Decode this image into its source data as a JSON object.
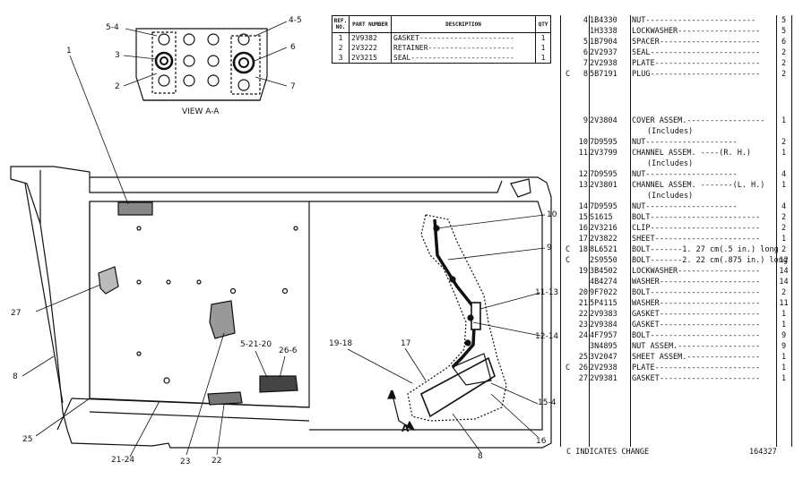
{
  "view_label": "VIEW A-A",
  "callouts": [
    {
      "id": "c-5-4",
      "text": "5-4"
    },
    {
      "id": "c-3",
      "text": "3"
    },
    {
      "id": "c-2",
      "text": "2"
    },
    {
      "id": "c-4-5",
      "text": "4-5"
    },
    {
      "id": "c-6",
      "text": "6"
    },
    {
      "id": "c-7",
      "text": "7"
    },
    {
      "id": "c-1",
      "text": "1"
    },
    {
      "id": "c-27",
      "text": "27"
    },
    {
      "id": "c-8a",
      "text": "8"
    },
    {
      "id": "c-25",
      "text": "25"
    },
    {
      "id": "c-21-24",
      "text": "21-24"
    },
    {
      "id": "c-23",
      "text": "23"
    },
    {
      "id": "c-22",
      "text": "22"
    },
    {
      "id": "c-5-21-20",
      "text": "5-21-20"
    },
    {
      "id": "c-26-6",
      "text": "26-6"
    },
    {
      "id": "c-10",
      "text": "10"
    },
    {
      "id": "c-9",
      "text": "9"
    },
    {
      "id": "c-11-13",
      "text": "11-13"
    },
    {
      "id": "c-12-14",
      "text": "12-14"
    },
    {
      "id": "c-19-18",
      "text": "19-18"
    },
    {
      "id": "c-17",
      "text": "17"
    },
    {
      "id": "c-15-4",
      "text": "15-4"
    },
    {
      "id": "c-16",
      "text": "16"
    },
    {
      "id": "c-8b",
      "text": "8"
    },
    {
      "id": "c-A1",
      "text": "A"
    },
    {
      "id": "c-A2",
      "text": "A"
    }
  ],
  "small_table": {
    "headers": [
      "REF. NO.",
      "PART NUMBER",
      "DESCRIPTION",
      "QTY"
    ],
    "rows": [
      {
        "ref": "1",
        "part": "2V9382",
        "desc": "GASKET----------------------",
        "qty": "1"
      },
      {
        "ref": "2",
        "part": "2V3222",
        "desc": "RETAINER--------------------",
        "qty": "1"
      },
      {
        "ref": "3",
        "part": "2V3215",
        "desc": "SEAL------------------------",
        "qty": "1"
      }
    ]
  },
  "parts_list": [
    {
      "c": "",
      "ref": "4",
      "part": "1B4330",
      "desc": "NUT------------------------",
      "qty": "5"
    },
    {
      "c": "",
      "ref": "",
      "part": "1H3338",
      "desc": "LOCKWASHER------------------",
      "qty": "5"
    },
    {
      "c": "",
      "ref": "5",
      "part": "1B7904",
      "desc": "SPACER----------------------",
      "qty": "6"
    },
    {
      "c": "",
      "ref": "6",
      "part": "2V2937",
      "desc": "SEAL------------------------",
      "qty": "2"
    },
    {
      "c": "",
      "ref": "7",
      "part": "2V2938",
      "desc": "PLATE-----------------------",
      "qty": "2"
    },
    {
      "c": "C",
      "ref": "8",
      "part": "5B7191",
      "desc": "PLUG------------------------",
      "qty": "2"
    },
    {
      "c": "",
      "ref": "9",
      "part": "2V3804",
      "desc": "COVER ASSEM.-----------------",
      "qty": "1"
    },
    {
      "c": "",
      "ref": "",
      "part": "",
      "desc": "(Includes)",
      "qty": ""
    },
    {
      "c": "",
      "ref": "10",
      "part": "7D9595",
      "desc": "NUT--------------------",
      "qty": "2"
    },
    {
      "c": "",
      "ref": "11",
      "part": "2V3799",
      "desc": "CHANNEL ASSEM. ----(R. H.)",
      "qty": "1"
    },
    {
      "c": "",
      "ref": "",
      "part": "",
      "desc": "(Includes)",
      "qty": ""
    },
    {
      "c": "",
      "ref": "12",
      "part": "7D9595",
      "desc": "NUT--------------------",
      "qty": "4"
    },
    {
      "c": "",
      "ref": "13",
      "part": "2V3801",
      "desc": "CHANNEL ASSEM. -------(L. H.)",
      "qty": "1"
    },
    {
      "c": "",
      "ref": "",
      "part": "",
      "desc": "(Includes)",
      "qty": ""
    },
    {
      "c": "",
      "ref": "14",
      "part": "7D9595",
      "desc": "NUT--------------------",
      "qty": "4"
    },
    {
      "c": "",
      "ref": "15",
      "part": "S1615",
      "desc": "BOLT------------------------",
      "qty": "2"
    },
    {
      "c": "",
      "ref": "16",
      "part": "2V3216",
      "desc": "CLIP------------------------",
      "qty": "2"
    },
    {
      "c": "",
      "ref": "17",
      "part": "2V3822",
      "desc": "SHEET-----------------------",
      "qty": "1"
    },
    {
      "c": "C",
      "ref": "18",
      "part": "8L6521",
      "desc": "BOLT-------1. 27 cm(.5 in.) long",
      "qty": "2"
    },
    {
      "c": "C",
      "ref": "",
      "part": "2S9550",
      "desc": "BOLT-------2. 22 cm(.875 in.) long",
      "qty": "12"
    },
    {
      "c": "",
      "ref": "19",
      "part": "3B4502",
      "desc": "LOCKWASHER------------------",
      "qty": "14"
    },
    {
      "c": "",
      "ref": "",
      "part": "4B4274",
      "desc": "WASHER----------------------",
      "qty": "14"
    },
    {
      "c": "",
      "ref": "20",
      "part": "9F7022",
      "desc": "BOLT------------------------",
      "qty": "2"
    },
    {
      "c": "",
      "ref": "21",
      "part": "5P4115",
      "desc": "WASHER----------------------",
      "qty": "11"
    },
    {
      "c": "",
      "ref": "22",
      "part": "2V9383",
      "desc": "GASKET----------------------",
      "qty": "1"
    },
    {
      "c": "",
      "ref": "23",
      "part": "2V9384",
      "desc": "GASKET----------------------",
      "qty": "1"
    },
    {
      "c": "",
      "ref": "24",
      "part": "4F7957",
      "desc": "BOLT------------------------",
      "qty": "9"
    },
    {
      "c": "",
      "ref": "",
      "part": "3N4895",
      "desc": "NUT ASSEM.------------------",
      "qty": "9"
    },
    {
      "c": "",
      "ref": "25",
      "part": "3V2047",
      "desc": "SHEET ASSEM.----------------",
      "qty": "1"
    },
    {
      "c": "C",
      "ref": "26",
      "part": "2V2938",
      "desc": "PLATE-----------------------",
      "qty": "1"
    },
    {
      "c": "",
      "ref": "27",
      "part": "2V9381",
      "desc": "GASKET----------------------",
      "qty": "1"
    }
  ],
  "footer_note": "C INDICATES CHANGE",
  "illustration_number": "164327"
}
